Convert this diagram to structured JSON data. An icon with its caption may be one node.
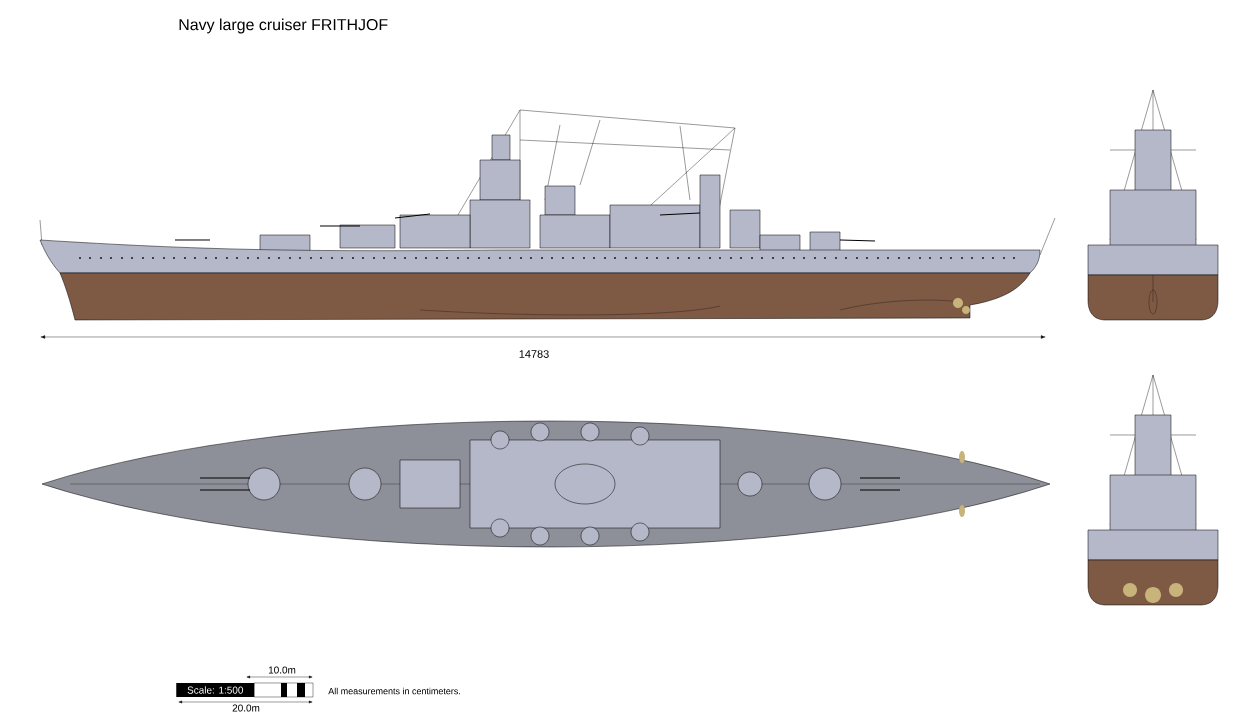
{
  "diagram": {
    "title": "Navy large cruiser FRITHJOF",
    "labels": [
      "14783",
      "10.0m",
      "Scale: 1:500",
      "20.0m",
      "All measurements in centimeters."
    ]
  }
}
